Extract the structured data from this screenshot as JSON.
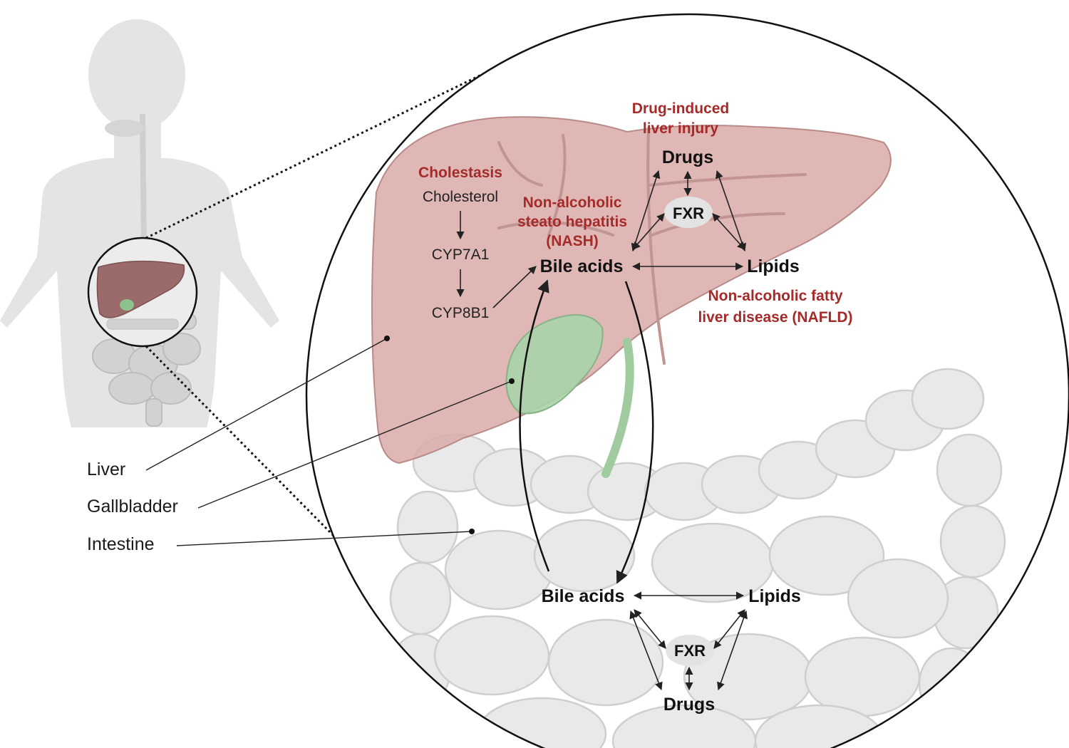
{
  "colors": {
    "disease_red": "#a52a2a",
    "liver_fill": "#d9aaa8",
    "liver_stroke": "#b98a88",
    "intestine_fill": "#e8e8e8",
    "intestine_stroke": "#cfcfcf",
    "gallbladder_green": "#a9d3a9",
    "body_gray": "#e4e4e4",
    "fxr_oval": "#e3e3e3"
  },
  "labels": {
    "liver": "Liver",
    "gallbladder": "Gallbladder",
    "intestine": "Intestine"
  },
  "diseases": {
    "dili_line1": "Drug-induced",
    "dili_line2": "liver injury",
    "cholestasis": "Cholestasis",
    "nash_line1": "Non-alcoholic",
    "nash_line2": "steato hepatitis",
    "nash_line3": "(NASH)",
    "nafld_line1": "Non-alcoholic fatty",
    "nafld_line2": "liver disease (NAFLD)"
  },
  "pathway": [
    "Cholesterol",
    "CYP7A1",
    "CYP8B1"
  ],
  "liver_nodes": {
    "drugs": "Drugs",
    "fxr": "FXR",
    "bile_acids": "Bile acids",
    "lipids": "Lipids"
  },
  "intestine_nodes": {
    "bile_acids": "Bile acids",
    "lipids": "Lipids",
    "fxr": "FXR",
    "drugs": "Drugs"
  },
  "icons": [
    "human-body-icon",
    "liver-icon",
    "gallbladder-icon",
    "intestine-icon"
  ]
}
